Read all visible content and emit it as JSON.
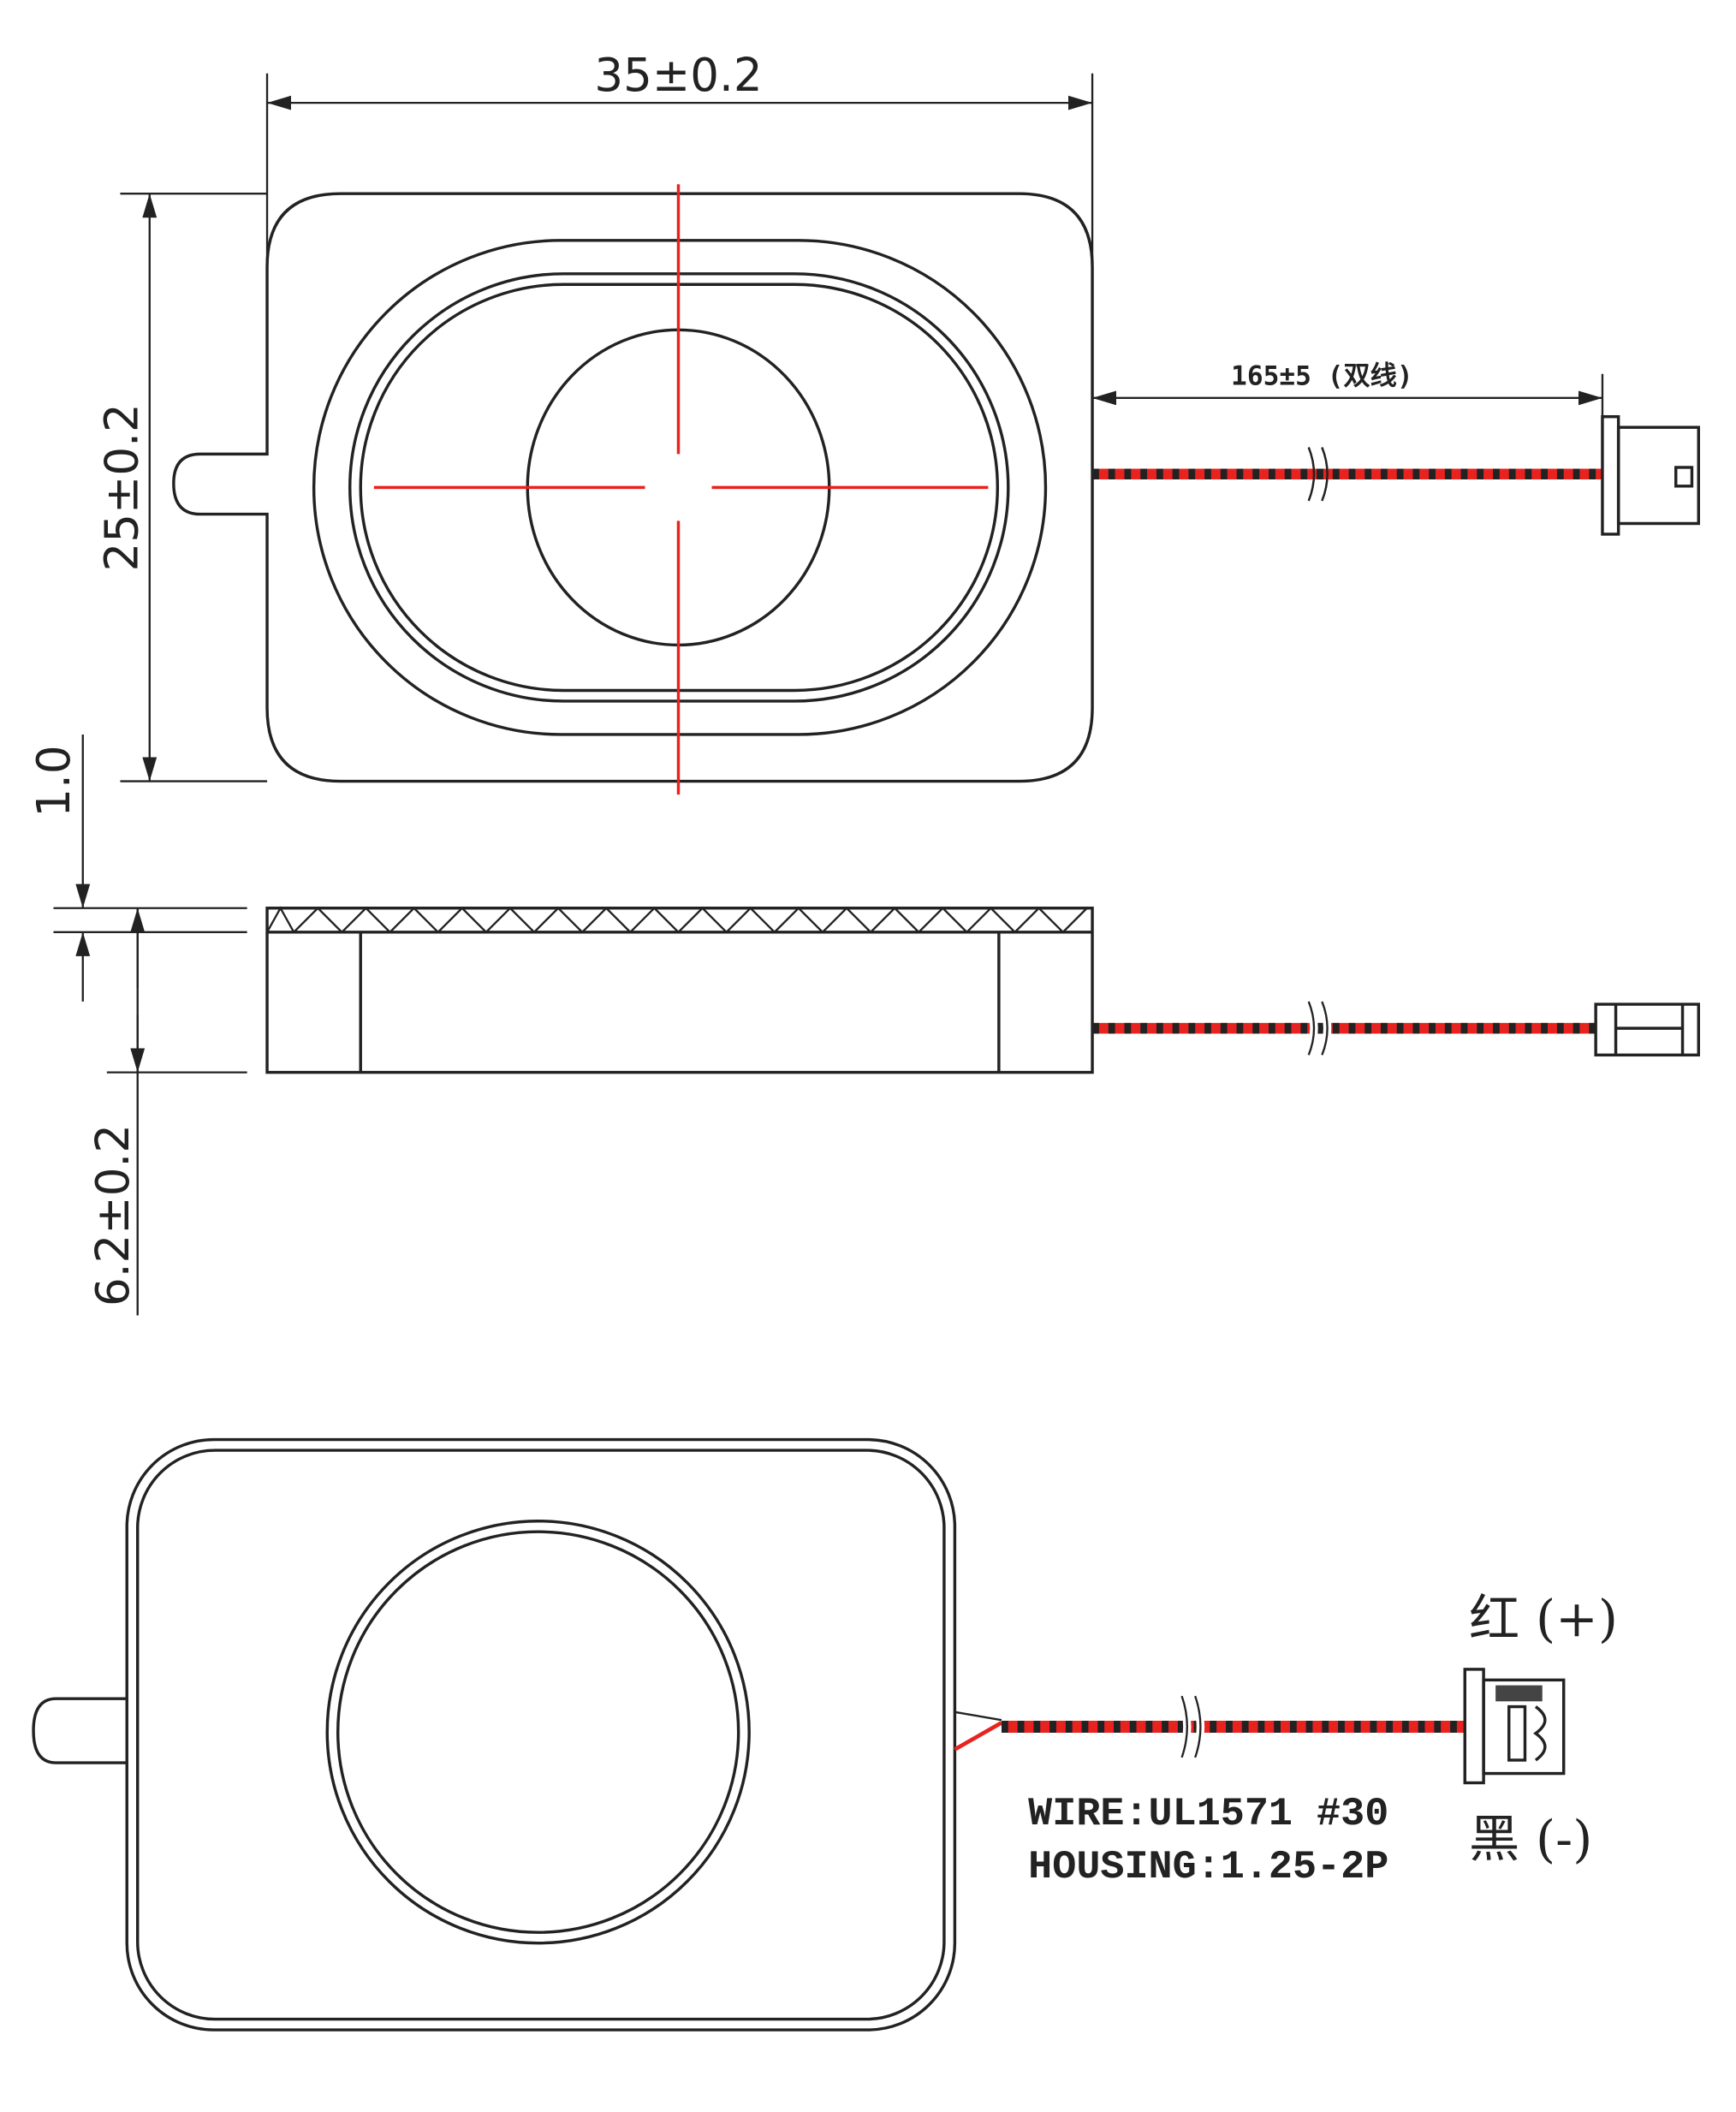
{
  "dimensions": {
    "width": "35±0.2",
    "height": "25±0.2",
    "cover_thickness": "1.0",
    "depth": "6.2±0.2",
    "wire_length": "165±5 (双线)"
  },
  "spec": {
    "wire": "WIRE:UL1571 #30",
    "housing": "HOUSING:1.25-2P"
  },
  "polarity": {
    "red": "红 (+)",
    "black": "黑 (-)"
  },
  "colors": {
    "wire_red": "#e8231f",
    "line": "#222222",
    "centerline": "#e8231f"
  }
}
